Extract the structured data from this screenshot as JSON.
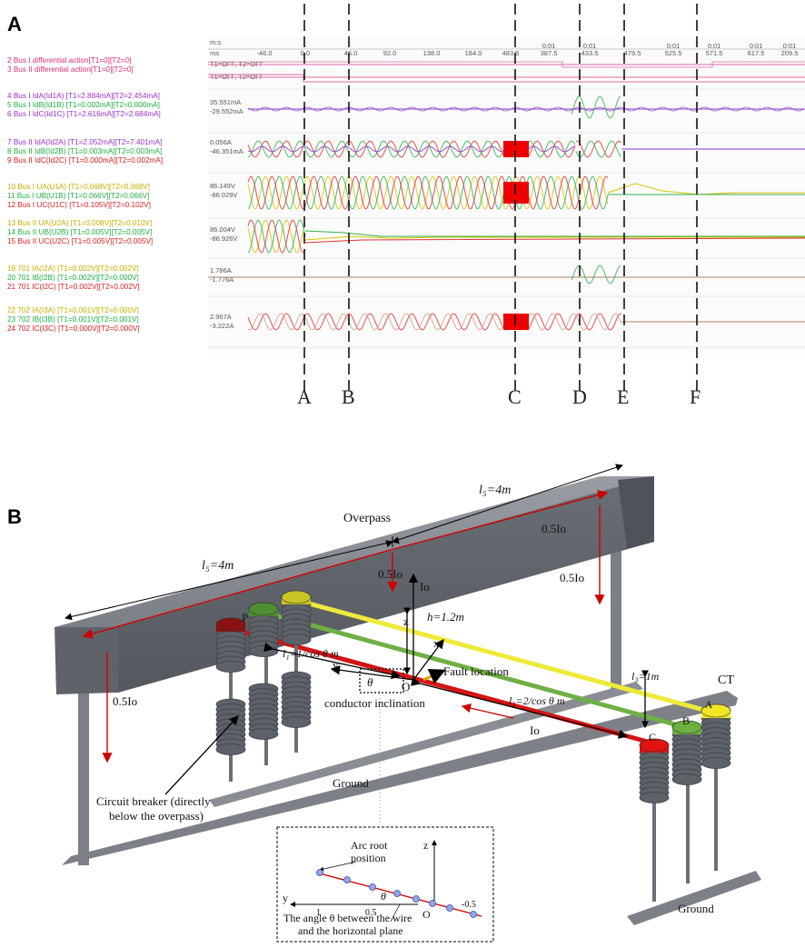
{
  "panels": {
    "a": "A",
    "b": "B"
  },
  "channels_a": [
    {
      "text": "2 Bus I differential action[T1=0][T2=0]",
      "color": "#e0306a"
    },
    {
      "text": "3 Bus II differential action[T1=0][T2=0]",
      "color": "#e0306a"
    },
    {
      "text": "4 Bus I IdA(Id1A) [T1=2.884mA][T2=2.454mA]",
      "color": "#9b30d0"
    },
    {
      "text": "5 Bus I IdB(Id1B) [T1=0.002mA][T2=0.000mA]",
      "color": "#20b040"
    },
    {
      "text": "6 Bus I IdC(Id1C) [T1=2.616mA][T2=2.684mA]",
      "color": "#9b30d0"
    },
    {
      "text": "7 Bus II IdA(Id2A) [T1=2.052mA][T2=7.401mA]",
      "color": "#9b30d0"
    },
    {
      "text": "8 Bus II IdB(Id2B) [T1=0.003mA][T2=0.003mA]",
      "color": "#20b040"
    },
    {
      "text": "9 Bus II IdC(Id2C) [T1=0.000mA][T2=0.002mA]",
      "color": "#e02020"
    },
    {
      "text": "10 Bus I UA(U1A) [T1=0.068V][T2=0.068V]",
      "color": "#c8b000"
    },
    {
      "text": "11 Bus I UB(U1B) [T1=0.066V][T2=0.066V]",
      "color": "#20b040"
    },
    {
      "text": "12 Bus I UC(U1C) [T1=0.105V][T2=0.102V]",
      "color": "#e02020"
    },
    {
      "text": "13 Bus II UA(U2A) [T1=0.008V][T2=0.010V]",
      "color": "#c8b000"
    },
    {
      "text": "14 Bus II UB(U2B) [T1=0.005V][T2=0.005V]",
      "color": "#20b040"
    },
    {
      "text": "15 Bus II UC(U2C) [T1=0.005V][T2=0.005V]",
      "color": "#e02020"
    },
    {
      "text": "19 701 IA(I2A) [T1=0.002V][T2=0.002V]",
      "color": "#c8b000"
    },
    {
      "text": "20 701 IB(I2B) [T1=0.002V][T2=0.000V]",
      "color": "#20b040"
    },
    {
      "text": "21 701 IC(I2C) [T1=0.002V][T2=0.002V]",
      "color": "#e02020"
    },
    {
      "text": "22 702 IA(I3A) [T1=0.001V][T2=0.000V]",
      "color": "#c8b000"
    },
    {
      "text": "23 702 IB(I3B) [T1=0.001V][T2=0.001V]",
      "color": "#20b040"
    },
    {
      "text": "24 702 IC(I3C) [T1=0.000V][T2=0.000V]",
      "color": "#e02020"
    }
  ],
  "time_axis": {
    "unit_top": "m:s",
    "unit_bottom": "ms",
    "ticks": [
      "-46.0",
      "0.0",
      "46.0",
      "92.0",
      "138.0",
      "184.0",
      "483.5",
      "387.5",
      "433.5",
      "479.5",
      "525.5",
      "571.5",
      "617.5",
      "209.5"
    ],
    "super_ticks": [
      "0:01",
      "0:01",
      "0:01",
      "0:01",
      "0:01",
      "0:01"
    ]
  },
  "status_rows": [
    "T1=OFF, T2=OFF",
    "T1=OFF, T2=OFF"
  ],
  "scale_labels": [
    [
      "35.551mA",
      "-29.552mA"
    ],
    [
      "0.056A",
      "-46.351mA"
    ],
    [
      "86.149V",
      "-86.029V"
    ],
    [
      "86.004V",
      "-86.926V"
    ],
    [
      "1.786A",
      "-1.776A"
    ],
    [
      "2.967A",
      "-3.222A"
    ]
  ],
  "markers": [
    "A",
    "B",
    "C",
    "D",
    "E",
    "F"
  ],
  "diagram": {
    "overpass": "Overpass",
    "l5_right": "l₅=4m",
    "l5_left": "l₅=4m",
    "half_io_1": "0.5Io",
    "half_io_2": "0.5Io",
    "half_io_3": "0.5Io",
    "half_io_4": "0.5Io",
    "io_up": "Io",
    "io_wire": "Io",
    "h": "h=1.2m",
    "l1": "l₁=1/cos θ  m",
    "l2": "l₂=2/cos θ  m",
    "l3": "l₃=1m",
    "axis_z": "z",
    "axis_y": "y",
    "axis_x": "x",
    "origin": "O",
    "theta": "θ",
    "point_p": "P",
    "fault_location": "Fault location",
    "conductor_inclination": "conductor inclination",
    "ct": "CT",
    "phase_a": "A",
    "phase_b": "B",
    "phase_c": "C",
    "ground_1": "Ground",
    "ground_2": "Ground",
    "breaker_line1": "Circuit breaker (directly",
    "breaker_line2": "below the overpass)",
    "inset": {
      "arc_root_1": "Arc root",
      "arc_root_2": "position",
      "z": "z",
      "y": "y",
      "o": "O",
      "theta": "θ",
      "tick_1": "1",
      "tick_05": "0.5",
      "tick_m05": "-0.5",
      "caption_1": "The angle θ between the wire",
      "caption_2": "and the horizontal plane"
    }
  },
  "colors": {
    "phase_a": "#f0e030",
    "phase_b": "#70b040",
    "phase_c": "#e01010",
    "beam": "#6e727a",
    "current_arrow": "#cc0000"
  }
}
